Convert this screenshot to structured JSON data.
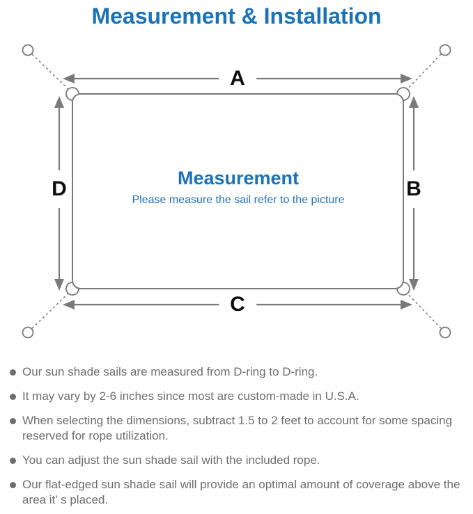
{
  "title": "Measurement & Installation",
  "diagram": {
    "label_top": "A",
    "label_right": "B",
    "label_bottom": "C",
    "label_left": "D",
    "center_title": "Measurement",
    "center_subtitle": "Please measure the sail refer to the picture"
  },
  "notes": [
    "Our sun shade sails are measured from D-ring to D-ring.",
    "It may vary by 2-6 inches since most are custom-made in U.S.A.",
    "When selecting the dimensions, subtract 1.5 to 2 feet to account for some spacing reserved for rope utilization.",
    "You can adjust the sun shade sail with the included rope.",
    "Our flat-edged sun shade sail will provide an optimal amount of coverage above the area it’ s placed."
  ],
  "colors": {
    "accent_blue": "#1a72b8",
    "subtitle_blue": "#2273b9",
    "note_gray": "#6e6e6e",
    "line_gray": "#7a7a7a",
    "label_black": "#0d0d0d"
  }
}
